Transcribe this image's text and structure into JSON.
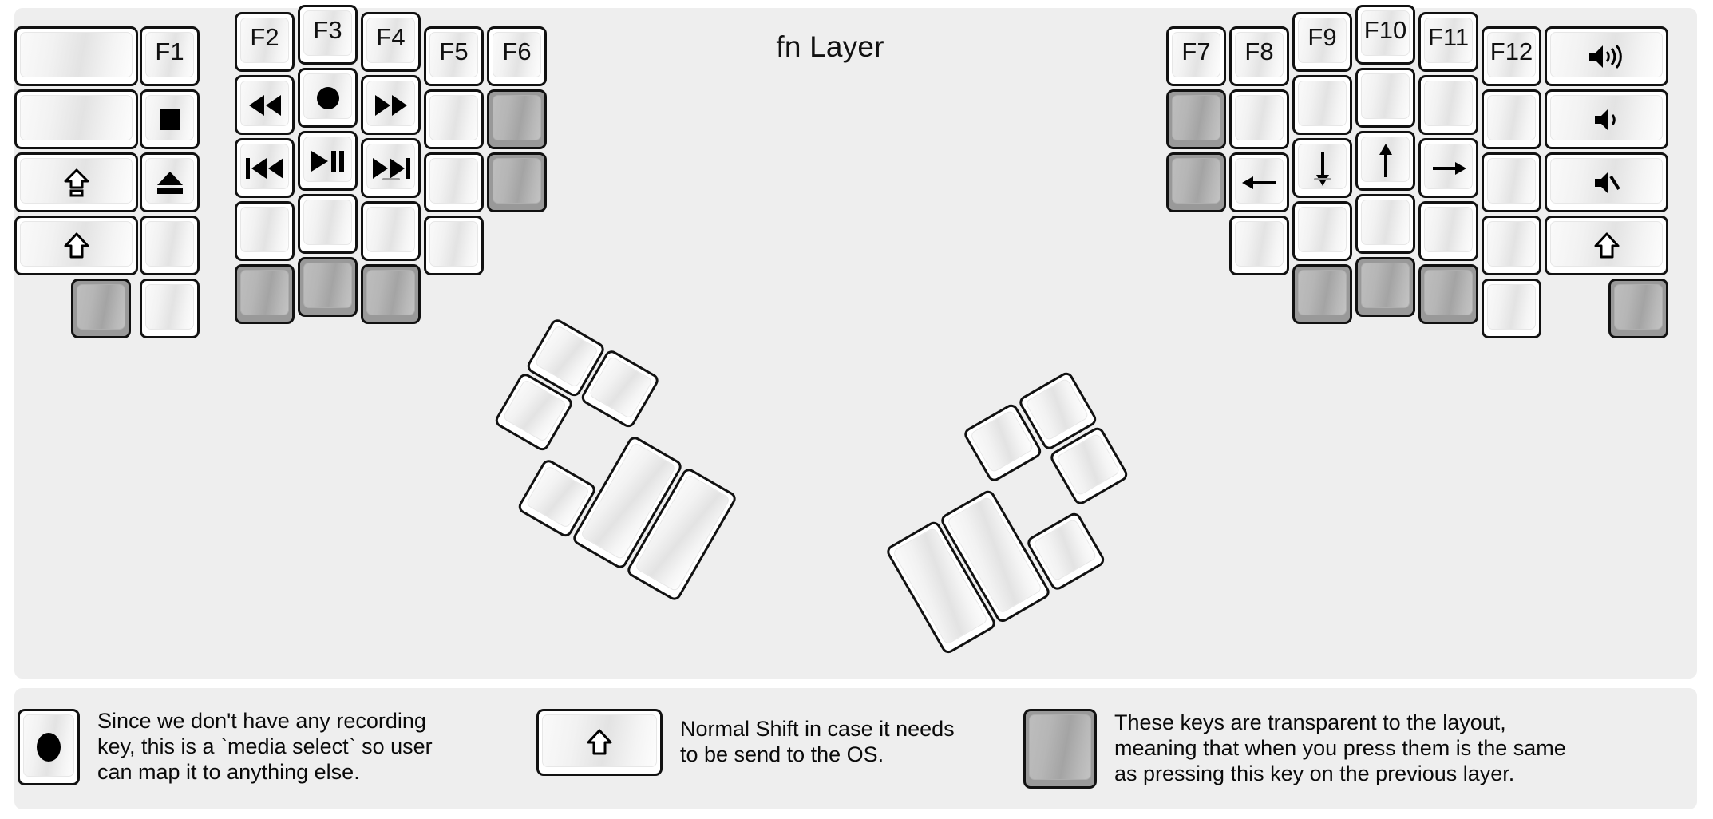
{
  "title": "fn Layer",
  "colors": {
    "page_background": "#ffffff",
    "panel_background": "#eeeeee",
    "key_border": "#111111",
    "key_face": "#ffffff",
    "transparent_key": "#999999",
    "text": "#111111"
  },
  "legend": [
    {
      "key_glyph": "record-dot",
      "key_shape": "tall",
      "key_style": "normal",
      "text": "Since we don't have any recording\nkey, this is a `media select` so user\ncan map it to anything else."
    },
    {
      "key_glyph": "shift-arrow",
      "key_shape": "wide",
      "key_style": "normal",
      "text": "Normal Shift in case it needs\nto be send to the OS."
    },
    {
      "key_glyph": "",
      "key_shape": "tall",
      "key_style": "transparent",
      "text": "These keys are transparent to the layout,\nmeaning that when you press them is the same\nas pressing this key on the previous layer."
    }
  ],
  "left_half": {
    "columns": [
      {
        "name": "col-pinky-outer",
        "keys": [
          {
            "label": "",
            "glyph": "",
            "style": "normal"
          },
          {
            "label": "",
            "glyph": "",
            "style": "normal"
          },
          {
            "label": "",
            "glyph": "caps-lock",
            "style": "normal"
          },
          {
            "label": "",
            "glyph": "shift-arrow",
            "style": "normal"
          },
          {
            "label": "",
            "glyph": "",
            "style": "transparent"
          }
        ]
      },
      {
        "name": "col-pinky",
        "keys": [
          {
            "label": "F1",
            "glyph": "",
            "style": "normal"
          },
          {
            "label": "",
            "glyph": "stop",
            "style": "normal"
          },
          {
            "label": "",
            "glyph": "eject",
            "style": "normal"
          },
          {
            "label": "",
            "glyph": "",
            "style": "normal"
          },
          {
            "label": "",
            "glyph": "",
            "style": "normal"
          }
        ]
      },
      {
        "name": "col-ring",
        "keys": [
          {
            "label": "F2",
            "glyph": "",
            "style": "normal"
          },
          {
            "label": "",
            "glyph": "rewind",
            "style": "normal"
          },
          {
            "label": "",
            "glyph": "prev-track",
            "style": "normal"
          },
          {
            "label": "",
            "glyph": "",
            "style": "normal"
          },
          {
            "label": "",
            "glyph": "",
            "style": "transparent"
          }
        ]
      },
      {
        "name": "col-middle",
        "keys": [
          {
            "label": "F3",
            "glyph": "",
            "style": "normal"
          },
          {
            "label": "",
            "glyph": "record",
            "style": "normal"
          },
          {
            "label": "",
            "glyph": "play-pause",
            "style": "normal"
          },
          {
            "label": "",
            "glyph": "",
            "style": "normal"
          },
          {
            "label": "",
            "glyph": "",
            "style": "transparent"
          }
        ]
      },
      {
        "name": "col-index",
        "keys": [
          {
            "label": "F4",
            "glyph": "",
            "style": "normal"
          },
          {
            "label": "",
            "glyph": "fast-forward",
            "style": "normal"
          },
          {
            "label": "",
            "glyph": "next-track",
            "style": "normal",
            "homing": true
          },
          {
            "label": "",
            "glyph": "",
            "style": "normal"
          },
          {
            "label": "",
            "glyph": "",
            "style": "transparent"
          }
        ]
      },
      {
        "name": "col-inner",
        "keys": [
          {
            "label": "F5",
            "glyph": "",
            "style": "normal"
          },
          {
            "label": "",
            "glyph": "",
            "style": "normal"
          },
          {
            "label": "",
            "glyph": "",
            "style": "normal"
          },
          {
            "label": "",
            "glyph": "",
            "style": "normal"
          }
        ]
      },
      {
        "name": "col-inner2",
        "keys": [
          {
            "label": "F6",
            "glyph": "",
            "style": "normal"
          },
          {
            "label": "",
            "glyph": "",
            "style": "transparent"
          },
          {
            "label": "",
            "glyph": "",
            "style": "transparent"
          }
        ]
      }
    ],
    "thumb_cluster": [
      {
        "name": "thumb-sq-1",
        "glyph": "",
        "style": "normal",
        "size": "1u"
      },
      {
        "name": "thumb-sq-2",
        "glyph": "",
        "style": "normal",
        "size": "1u"
      },
      {
        "name": "thumb-sq-3",
        "glyph": "",
        "style": "normal",
        "size": "1u"
      },
      {
        "name": "thumb-sq-4",
        "glyph": "",
        "style": "normal",
        "size": "1u"
      },
      {
        "name": "thumb-big-1",
        "glyph": "",
        "style": "normal",
        "size": "2u"
      },
      {
        "name": "thumb-big-2",
        "glyph": "",
        "style": "normal",
        "size": "2u"
      }
    ]
  },
  "right_half": {
    "columns": [
      {
        "name": "col-inner2",
        "keys": [
          {
            "label": "F7",
            "glyph": "",
            "style": "normal"
          },
          {
            "label": "",
            "glyph": "",
            "style": "transparent"
          },
          {
            "label": "",
            "glyph": "",
            "style": "transparent"
          }
        ]
      },
      {
        "name": "col-inner",
        "keys": [
          {
            "label": "F8",
            "glyph": "",
            "style": "normal"
          },
          {
            "label": "",
            "glyph": "",
            "style": "normal"
          },
          {
            "label": "",
            "glyph": "arrow-left",
            "style": "normal"
          },
          {
            "label": "",
            "glyph": "",
            "style": "normal"
          }
        ]
      },
      {
        "name": "col-index",
        "keys": [
          {
            "label": "F9",
            "glyph": "",
            "style": "normal"
          },
          {
            "label": "",
            "glyph": "",
            "style": "normal"
          },
          {
            "label": "",
            "glyph": "arrow-down",
            "style": "normal",
            "homing": true
          },
          {
            "label": "",
            "glyph": "",
            "style": "normal"
          },
          {
            "label": "",
            "glyph": "",
            "style": "transparent"
          }
        ]
      },
      {
        "name": "col-middle",
        "keys": [
          {
            "label": "F10",
            "glyph": "",
            "style": "normal"
          },
          {
            "label": "",
            "glyph": "",
            "style": "normal"
          },
          {
            "label": "",
            "glyph": "arrow-up",
            "style": "normal"
          },
          {
            "label": "",
            "glyph": "",
            "style": "normal"
          },
          {
            "label": "",
            "glyph": "",
            "style": "transparent"
          }
        ]
      },
      {
        "name": "col-ring",
        "keys": [
          {
            "label": "F11",
            "glyph": "",
            "style": "normal"
          },
          {
            "label": "",
            "glyph": "",
            "style": "normal"
          },
          {
            "label": "",
            "glyph": "arrow-right",
            "style": "normal"
          },
          {
            "label": "",
            "glyph": "",
            "style": "normal"
          },
          {
            "label": "",
            "glyph": "",
            "style": "transparent"
          }
        ]
      },
      {
        "name": "col-pinky",
        "keys": [
          {
            "label": "F12",
            "glyph": "",
            "style": "normal"
          },
          {
            "label": "",
            "glyph": "",
            "style": "normal"
          },
          {
            "label": "",
            "glyph": "",
            "style": "normal"
          },
          {
            "label": "",
            "glyph": "",
            "style": "normal"
          },
          {
            "label": "",
            "glyph": "",
            "style": "normal"
          }
        ]
      },
      {
        "name": "col-pinky-outer",
        "keys": [
          {
            "label": "",
            "glyph": "volume-up",
            "style": "normal"
          },
          {
            "label": "",
            "glyph": "volume-down",
            "style": "normal"
          },
          {
            "label": "",
            "glyph": "volume-mute",
            "style": "normal"
          },
          {
            "label": "",
            "glyph": "shift-arrow",
            "style": "normal"
          },
          {
            "label": "",
            "glyph": "",
            "style": "transparent"
          }
        ]
      }
    ],
    "thumb_cluster": [
      {
        "name": "thumb-sq-1",
        "glyph": "",
        "style": "normal",
        "size": "1u"
      },
      {
        "name": "thumb-sq-2",
        "glyph": "",
        "style": "normal",
        "size": "1u"
      },
      {
        "name": "thumb-sq-3",
        "glyph": "",
        "style": "normal",
        "size": "1u"
      },
      {
        "name": "thumb-sq-4",
        "glyph": "",
        "style": "normal",
        "size": "1u"
      },
      {
        "name": "thumb-big-1",
        "glyph": "",
        "style": "normal",
        "size": "2u"
      },
      {
        "name": "thumb-big-2",
        "glyph": "",
        "style": "normal",
        "size": "2u"
      }
    ]
  }
}
